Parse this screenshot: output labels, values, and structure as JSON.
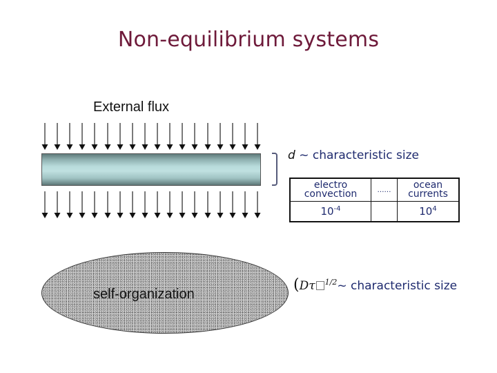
{
  "slide": {
    "title": "Non-equilibrium systems",
    "title_color": "#6e1a3a",
    "accent_text_color": "#1e2a6e"
  },
  "flux": {
    "label": "External flux",
    "arrow_count_top": 18,
    "arrow_count_bottom": 18
  },
  "layer": {
    "name": "fluid-layer"
  },
  "size_label": {
    "symbol": "d",
    "tilde": " ~ ",
    "text": "characteristic size"
  },
  "scale_table": {
    "columns": [
      {
        "line1": "electro",
        "line2": "convection"
      },
      {
        "line1": "……",
        "line2": ""
      },
      {
        "line1": "ocean",
        "line2": "currents"
      }
    ],
    "values": [
      {
        "base": "10",
        "exp": "-4"
      },
      {
        "base": "",
        "exp": ""
      },
      {
        "base": "10",
        "exp": "4"
      }
    ]
  },
  "pattern": {
    "label": "self-organization"
  },
  "formula": {
    "open_paren": "(",
    "expr": "Dτ",
    "exponent": "1/2",
    "tilde": "~ ",
    "text": "characteristic size"
  }
}
